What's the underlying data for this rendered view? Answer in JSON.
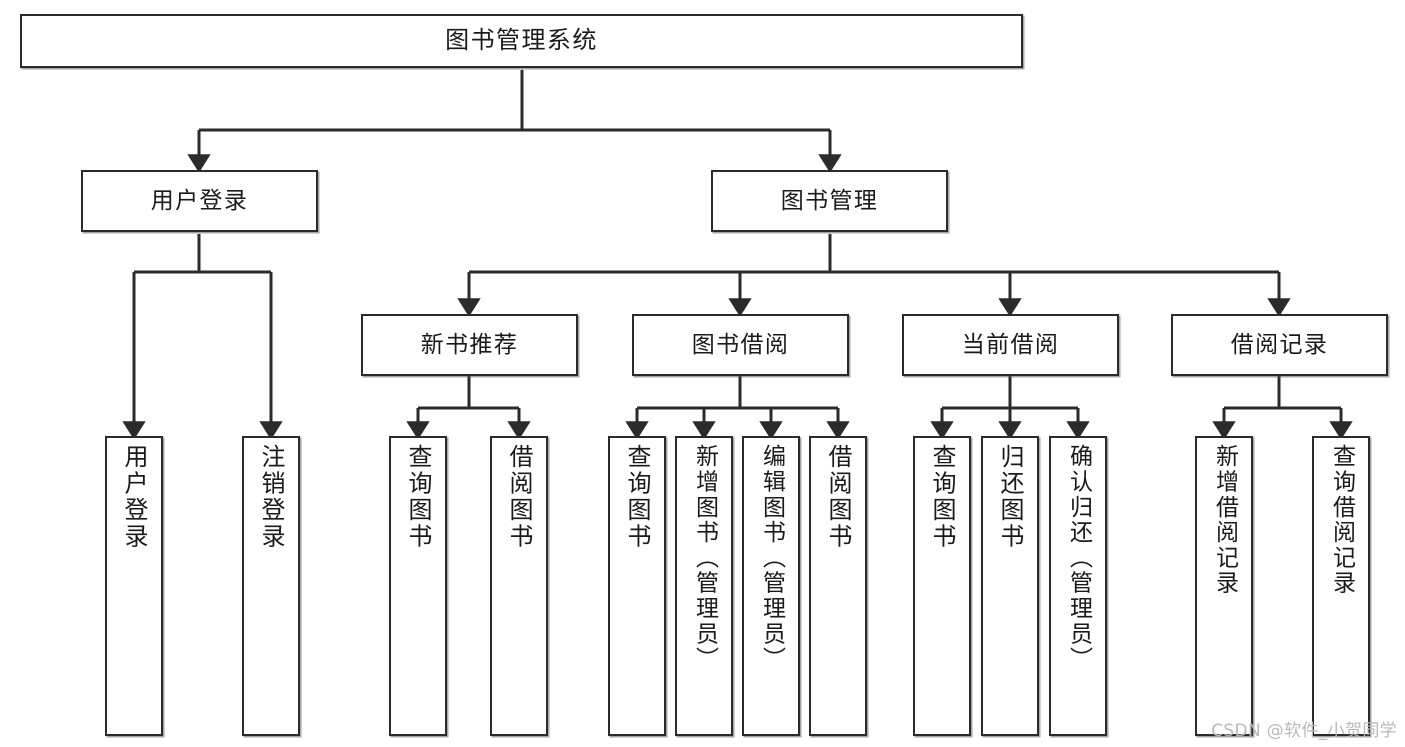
{
  "diagram": {
    "title": "图书管理系统",
    "type": "functional-structure-tree",
    "watermark": "CSDN @软件_小贺同学",
    "colors": {
      "box_border": "#2b2b2b",
      "box_fill": "#ffffff",
      "edge": "#2b2b2b",
      "text": "#1a1a1a",
      "watermark": "#b9b9b9",
      "background": "#ffffff"
    },
    "nodes": {
      "root": {
        "label": "图书管理系统"
      },
      "level1": [
        {
          "id": "user-login",
          "label": "用户登录"
        },
        {
          "id": "book-management",
          "label": "图书管理"
        }
      ],
      "level2": [
        {
          "id": "new-book-recommend",
          "label": "新书推荐"
        },
        {
          "id": "book-borrow",
          "label": "图书借阅"
        },
        {
          "id": "current-borrow",
          "label": "当前借阅"
        },
        {
          "id": "borrow-record",
          "label": "借阅记录"
        }
      ],
      "leaves": {
        "user-login": [
          {
            "id": "leaf-user-login",
            "label": "用户登录"
          },
          {
            "id": "leaf-logout-login",
            "label": "注销登录"
          }
        ],
        "new-book-recommend": [
          {
            "id": "leaf-query-book-1",
            "label": "查询图书"
          },
          {
            "id": "leaf-borrow-book-1",
            "label": "借阅图书"
          }
        ],
        "book-borrow": [
          {
            "id": "leaf-query-book-2",
            "label": "查询图书"
          },
          {
            "id": "leaf-add-book",
            "label": "新增图书（管理员）"
          },
          {
            "id": "leaf-edit-book",
            "label": "编辑图书（管理员）"
          },
          {
            "id": "leaf-borrow-book-2",
            "label": "借阅图书"
          }
        ],
        "current-borrow": [
          {
            "id": "leaf-query-book-3",
            "label": "查询图书"
          },
          {
            "id": "leaf-return-book",
            "label": "归还图书"
          },
          {
            "id": "leaf-confirm-return",
            "label": "确认归还（管理员）"
          }
        ],
        "borrow-record": [
          {
            "id": "leaf-add-record",
            "label": "新增借阅记录"
          },
          {
            "id": "leaf-query-record",
            "label": "查询借阅记录"
          }
        ]
      }
    }
  }
}
